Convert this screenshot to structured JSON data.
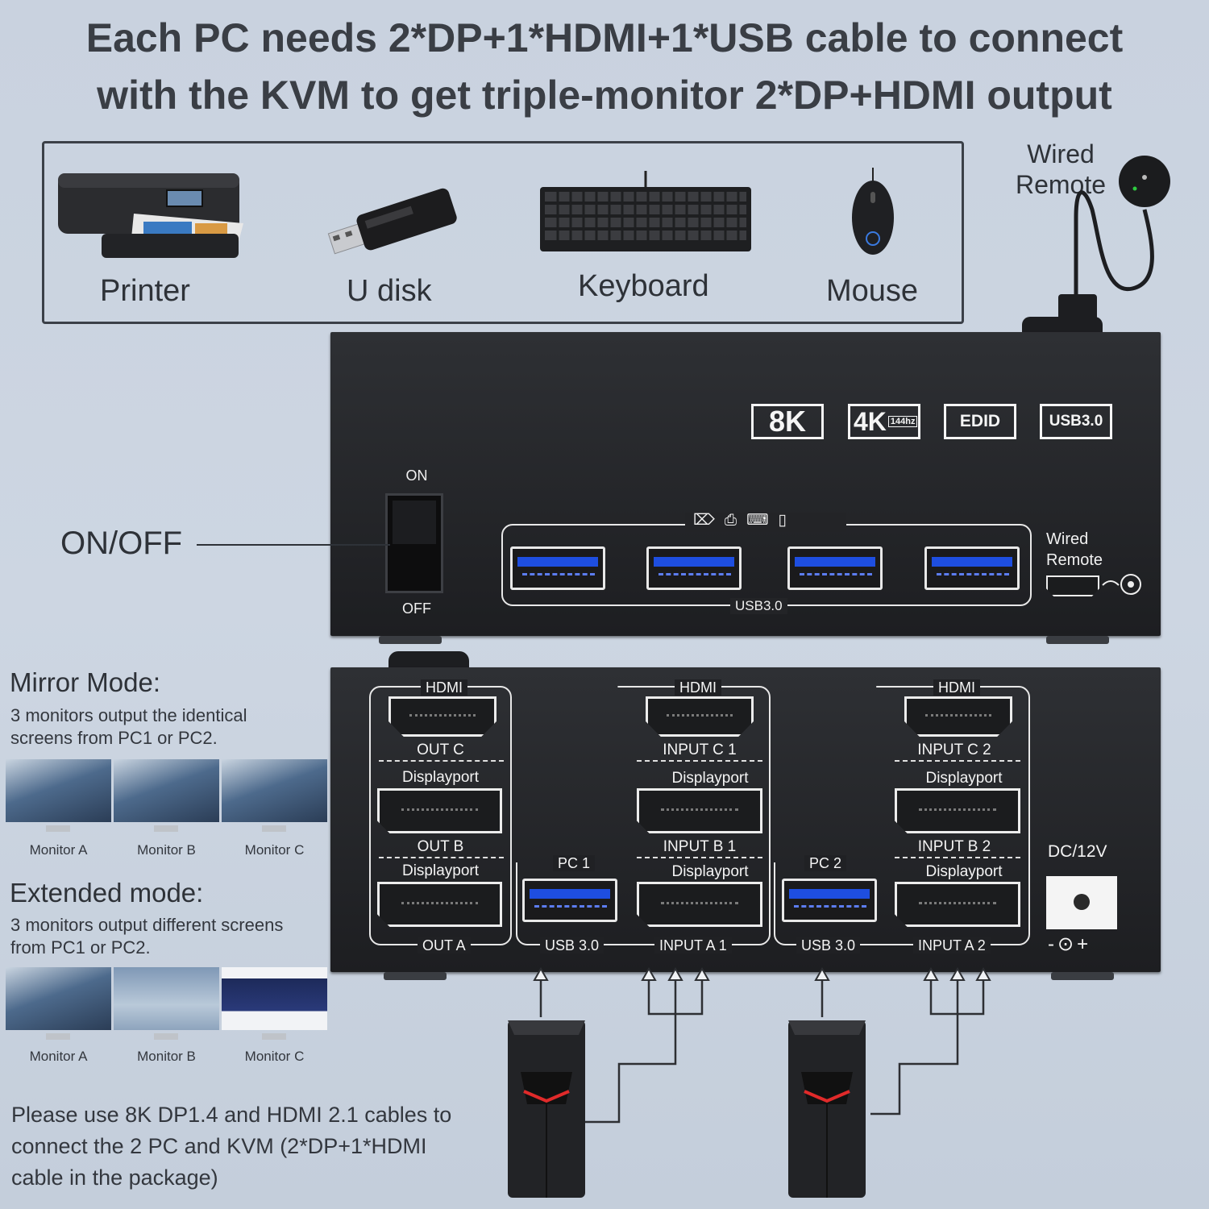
{
  "headline": {
    "line1": "Each PC needs 2*DP+1*HDMI+1*USB cable to connect",
    "line2": "with the KVM to get triple-monitor 2*DP+HDMI output"
  },
  "peripherals": [
    {
      "label": "Printer",
      "icon": "printer-icon"
    },
    {
      "label": "U disk",
      "icon": "usb-drive-icon"
    },
    {
      "label": "Keyboard",
      "icon": "keyboard-icon"
    },
    {
      "label": "Mouse",
      "icon": "mouse-icon"
    }
  ],
  "remote": {
    "label_line1": "Wired",
    "label_line2": "Remote"
  },
  "front_panel": {
    "badges": [
      "8K",
      "4K",
      "EDID",
      "USB3.0"
    ],
    "badge_4k_sub": "144hz",
    "switch_on": "ON",
    "switch_off": "OFF",
    "on_off_label": "ON/OFF",
    "usb_group_label": "USB3.0",
    "wired_remote_line1": "Wired",
    "wired_remote_line2": "Remote"
  },
  "back_panel": {
    "hdmi": "HDMI",
    "displayport": "Displayport",
    "out_c": "OUT C",
    "out_b": "OUT B",
    "out_a": "OUT A",
    "pc1": "PC 1",
    "pc2": "PC 2",
    "usb30": "USB 3.0",
    "input_c1": "INPUT C 1",
    "input_b1": "INPUT B 1",
    "input_a1": "INPUT A 1",
    "input_c2": "INPUT C 2",
    "input_b2": "INPUT B 2",
    "input_a2": "INPUT A 2",
    "dc": "DC/12V",
    "polarity": "-⊙+"
  },
  "mirror": {
    "title": "Mirror Mode:",
    "desc1": "3 monitors output the identical",
    "desc2": "screens from PC1 or PC2.",
    "monitors": [
      "Monitor A",
      "Monitor B",
      "Monitor C"
    ]
  },
  "extended": {
    "title": "Extended mode:",
    "desc1": "3 monitors output different screens",
    "desc2": "from PC1 or PC2.",
    "monitors": [
      "Monitor A",
      "Monitor B",
      "Monitor C"
    ]
  },
  "note": {
    "line1": "Please use 8K DP1.4 and HDMI 2.1 cables to",
    "line2": "connect the 2 PC and KVM (2*DP+1*HDMI",
    "line3": "cable in the package)"
  },
  "colors": {
    "usb_blue": "#1e4ee0",
    "device": "#202124",
    "background": "#c9d2df",
    "pc_accent": "#e02a2a"
  }
}
